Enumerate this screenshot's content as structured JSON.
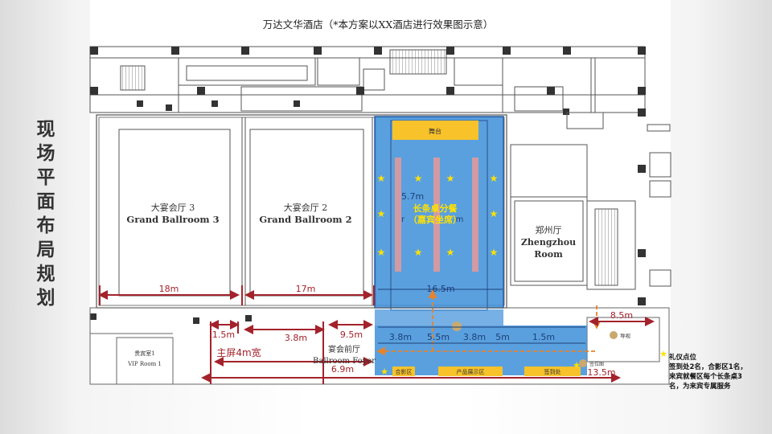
{
  "page": {
    "side_title": [
      "现",
      "场",
      "平",
      "面",
      "布",
      "局",
      "规",
      "划"
    ],
    "header": "万达文华酒店（*本方案以XX酒店进行效果图示意）"
  },
  "rooms": {
    "ballroom3": {
      "cn": "大宴会厅 3",
      "en": "Grand Ballroom 3"
    },
    "ballroom2": {
      "cn": "大宴会厅 2",
      "en": "Grand Ballroom 2"
    },
    "ballroom1_hint": "r                    m",
    "zhengzhou": {
      "cn": "郑州厅",
      "en1": "Zhengzhou",
      "en2": "Room"
    },
    "vip": {
      "cn": "贵宾室1",
      "en": "VIP Room 1"
    },
    "foyer": {
      "cn": "宴会前厅",
      "en": "Ballroom Foyer"
    }
  },
  "labels": {
    "stage": "舞台",
    "long_table_1": "长条桌分餐",
    "long_table_2": "（嘉宾坐席）",
    "main_screen": "主屏4m宽",
    "photo_zone": "合影区",
    "product_zone": "产品展示区",
    "signin": "签到处",
    "signin_dot": "签位图",
    "guide": "导视"
  },
  "dimensions": {
    "d18": "18m",
    "d17": "17m",
    "d165": "16.5m",
    "d57": "5.7m",
    "d15a": "1.5m",
    "d38a": "3.8m",
    "d95": "9.5m",
    "d69": "6.9m",
    "d38b": "3.8m",
    "d55": "5.5m",
    "d38c": "3.8m",
    "d5": "5m",
    "d15b": "1.5m",
    "d85": "8.5m",
    "d135": "13.5m"
  },
  "note": "礼仪点位\n签到处2名，合影区1名，来宾就餐区每个长条桌3名，为来宾专属服务",
  "colors": {
    "blue": "#3d8fd9",
    "stage": "#f7c22a",
    "red": "#a3222b",
    "star": "#ffe100",
    "table": "#d29aa2",
    "arrow": "#e8832a"
  }
}
